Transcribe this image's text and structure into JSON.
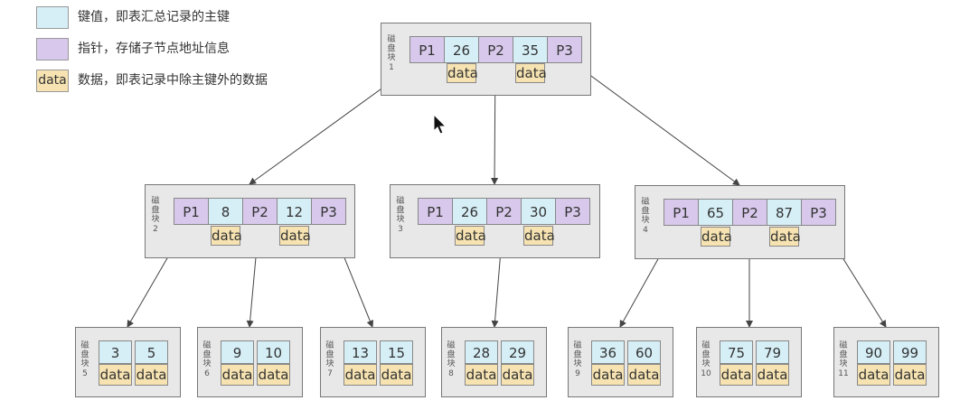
{
  "legend": [
    {
      "swatch_text": "",
      "color": "#d6eff7",
      "text": "键值，即表汇总记录的主键"
    },
    {
      "swatch_text": "",
      "color": "#d8c9ec",
      "text": "指针，存储子节点地址信息"
    },
    {
      "swatch_text": "data",
      "color": "#f6e3b1",
      "text": "数据，即表记录中除主键外的数据"
    }
  ],
  "block_label": "磁盘块",
  "data_label": "data",
  "colors": {
    "key": "#d6eff7",
    "pointer": "#d8c9ec",
    "data": "#f6e3b1",
    "block": "#e8e8e8"
  },
  "root": {
    "id": "1",
    "cells": [
      "P1",
      "26",
      "P2",
      "35",
      "P3"
    ]
  },
  "level2": [
    {
      "id": "2",
      "cells": [
        "P1",
        "8",
        "P2",
        "12",
        "P3"
      ]
    },
    {
      "id": "3",
      "cells": [
        "P1",
        "26",
        "P2",
        "30",
        "P3"
      ]
    },
    {
      "id": "4",
      "cells": [
        "P1",
        "65",
        "P2",
        "87",
        "P3"
      ]
    }
  ],
  "leaves": [
    {
      "id": "5",
      "keys": [
        "3",
        "5"
      ]
    },
    {
      "id": "6",
      "keys": [
        "9",
        "10"
      ]
    },
    {
      "id": "7",
      "keys": [
        "13",
        "15"
      ]
    },
    {
      "id": "8",
      "keys": [
        "28",
        "29"
      ]
    },
    {
      "id": "9",
      "keys": [
        "36",
        "60"
      ]
    },
    {
      "id": "10",
      "keys": [
        "75",
        "79"
      ]
    },
    {
      "id": "11",
      "keys": [
        "90",
        "99"
      ]
    }
  ]
}
